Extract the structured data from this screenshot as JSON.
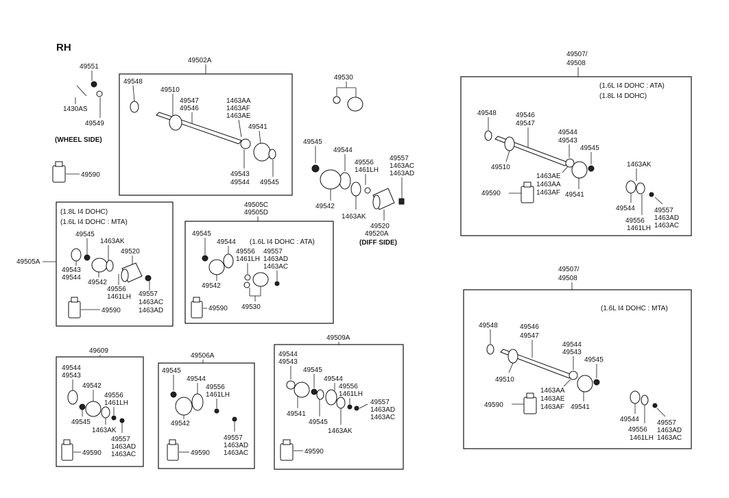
{
  "page": {
    "title": "RH"
  },
  "groups": {
    "wheel_side": {
      "header": "49551",
      "labels": [
        "1430AS",
        "49549"
      ],
      "note": "(WHEEL SIDE)",
      "item_49590": "49590"
    },
    "g49502A": {
      "header": "49502A",
      "l_49548": "49548",
      "l_49510": "49510",
      "l_49547": "49547",
      "l_49546": "49546",
      "l_1463AA": "1463AA",
      "l_1463AF": "1463AF",
      "l_1463AE": "1463AE",
      "l_49541": "49541",
      "l_49543": "49543",
      "l_49544": "49544",
      "l_49545": "49545"
    },
    "g49530": {
      "header": "49530"
    },
    "diff_side": {
      "l_49545": "49545",
      "l_49544": "49544",
      "l_49556": "49556",
      "l_1461LH": "1461LH",
      "l_49557": "49557",
      "l_1463AC": "1463AC",
      "l_1463AD": "1463AD",
      "l_49542": "49542",
      "l_1463AK": "1463AK",
      "l_49520": "49520",
      "l_49520A": "49520A",
      "note": "(DIFF SIDE)"
    },
    "g49505A": {
      "side_label": "49505A",
      "cond1": "(1.8L I4 DOHC)",
      "cond2": "(1.6L I4 DOHC : MTA)",
      "l_49545": "49545",
      "l_1463AK": "1463AK",
      "l_49520": "49520",
      "l_49543": "49543",
      "l_49544": "49544",
      "l_49542": "49542",
      "l_49556": "49556",
      "l_1461LH": "1461LH",
      "l_49557": "49557",
      "l_1463AC": "1463AC",
      "l_1463AD": "1463AD",
      "l_49590": "49590"
    },
    "g49505C": {
      "header1": "49505C",
      "header2": "49505D",
      "cond": "(1.6L I4 DOHC : ATA)",
      "l_49545": "49545",
      "l_49544": "49544",
      "l_49556": "49556",
      "l_1461LH": "1461LH",
      "l_49557": "49557",
      "l_1463AD": "1463AD",
      "l_1463AC": "1463AC",
      "l_49542": "49542",
      "l_49590": "49590",
      "l_49530": "49530"
    },
    "g49507_top": {
      "header1": "49507/",
      "header2": "49508",
      "cond1": "(1.6L I4 DOHC : ATA)",
      "cond2": "(1.8L I4 DOHC)",
      "l_49548": "49548",
      "l_49546": "49546",
      "l_49547": "49547",
      "l_49544": "49544",
      "l_49543": "49543",
      "l_49545": "49545",
      "l_49510": "49510",
      "l_1463AE": "1463AE",
      "l_1463AA": "1463AA",
      "l_1463AF": "1463AF",
      "l_49541": "49541",
      "l_49590": "49590",
      "l_1463AK": "1463AK",
      "l_49544b": "49544",
      "l_49556": "49556",
      "l_1461LH": "1461LH",
      "l_49557": "49557",
      "l_1463AD": "1463AD",
      "l_1463AC": "1463AC"
    },
    "g49507_bot": {
      "header1": "49507/",
      "header2": "49508",
      "cond": "(1.6L I4 DOHC : MTA)",
      "l_49548": "49548",
      "l_49546": "49546",
      "l_49547": "49547",
      "l_49544": "49544",
      "l_49543": "49543",
      "l_49545": "49545",
      "l_49510": "49510",
      "l_1463AA": "1463AA",
      "l_1463AE": "1463AE",
      "l_1463AF": "1463AF",
      "l_49541": "49541",
      "l_49590": "49590",
      "l_49544b": "49544",
      "l_49556": "49556",
      "l_1461LH": "1461LH",
      "l_49557": "49557",
      "l_1463AD": "1463AD",
      "l_1463AC": "1463AC"
    },
    "g49609": {
      "header": "49609",
      "l_49544": "49544",
      "l_49543": "49543",
      "l_49542": "49542",
      "l_49556": "49556",
      "l_1461LH": "1461LH",
      "l_49545": "49545",
      "l_1463AK": "1463AK",
      "l_49557": "49557",
      "l_1463AD": "1463AD",
      "l_1463AC": "1463AC",
      "l_49590": "49590"
    },
    "g49506A": {
      "header": "49506A",
      "l_49545": "49545",
      "l_49544": "49544",
      "l_49556": "49556",
      "l_1461LH": "1461LH",
      "l_49542": "49542",
      "l_49557": "49557",
      "l_1463AD": "1463AD",
      "l_1463AC": "1463AC",
      "l_49590": "49590"
    },
    "g49509A": {
      "header": "49509A",
      "l_49544": "49544",
      "l_49543": "49543",
      "l_49545": "49545",
      "l_49544b": "49544",
      "l_49556": "49556",
      "l_1461LH": "1461LH",
      "l_49557": "49557",
      "l_1463AD": "1463AD",
      "l_1463AC": "1463AC",
      "l_49541": "49541",
      "l_49545b": "49545",
      "l_1463AK": "1463AK",
      "l_49590": "49590"
    }
  }
}
